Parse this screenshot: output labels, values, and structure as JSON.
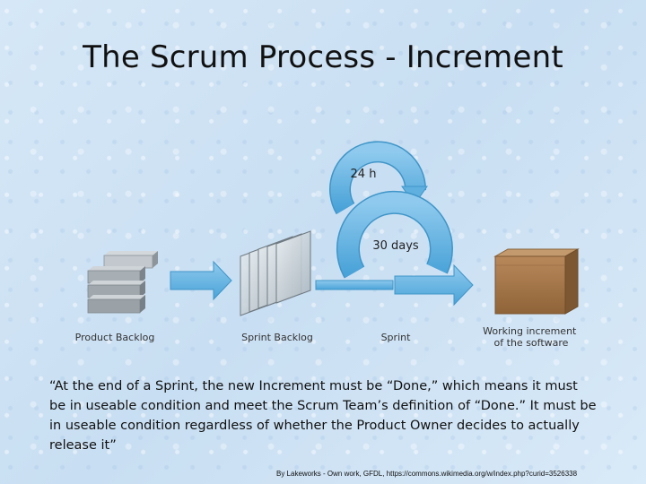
{
  "title": "The Scrum Process - Increment",
  "diagram": {
    "cycle_short_label": "24 h",
    "cycle_long_label": "30 days",
    "stages": [
      {
        "label": "Product Backlog",
        "icon": "stacked-blocks-icon"
      },
      {
        "label": "Sprint Backlog",
        "icon": "stacked-sheets-icon"
      },
      {
        "label": "Sprint",
        "icon": "cycle-arrow-icon"
      },
      {
        "label": "Working increment of the software",
        "icon": "box-icon"
      }
    ],
    "colors": {
      "arrow": "#5fb0df",
      "arrow_stroke": "#3f95c8",
      "box": "#a0764a",
      "block": "#9ea6ad"
    }
  },
  "quote": "“At the end of a Sprint, the new Increment must be “Done,” which means it must be in useable condition and meet the Scrum Team’s definition of “Done.” It must be in useable condition regardless of whether the Product Owner decides to actually release it”",
  "credit": "By Lakeworks - Own work, GFDL, https://commons.wikimedia.org/w/index.php?curid=3526338"
}
